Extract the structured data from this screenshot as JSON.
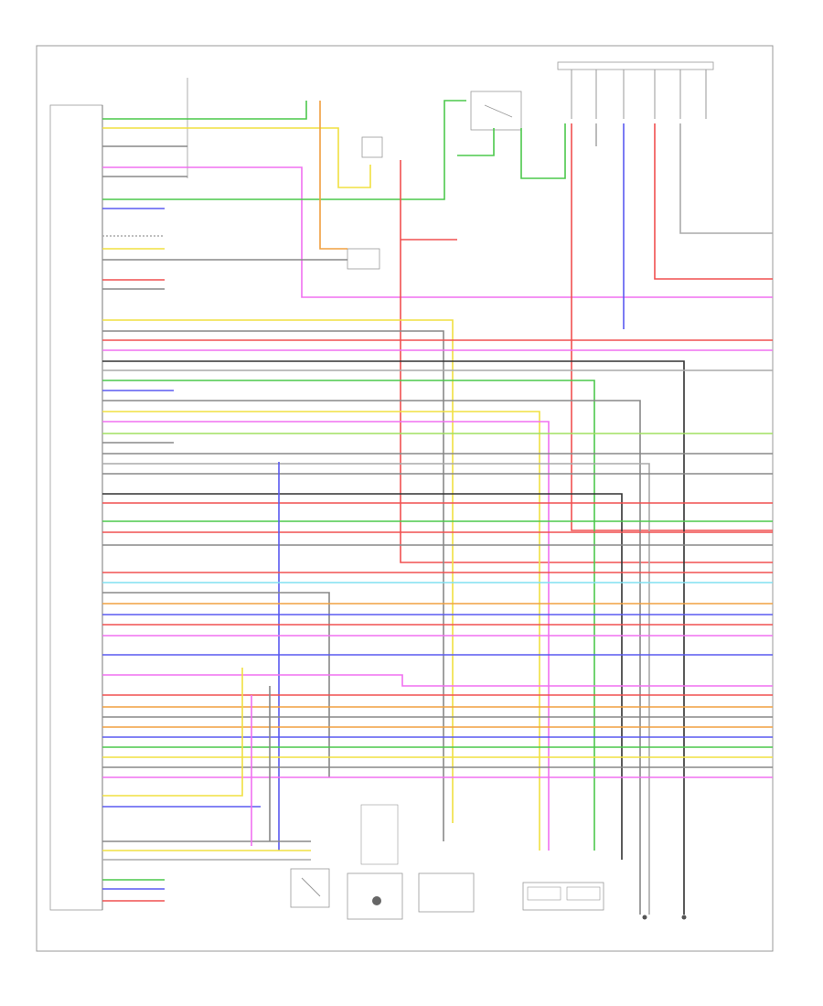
{
  "diagram": {
    "footer_code": "",
    "ecm_label": "",
    "ecm_connector_b": "",
    "ecm_connector_c": ""
  },
  "top_components": [
    {
      "id": "tc1",
      "label": ""
    },
    {
      "id": "tc2",
      "label": ""
    },
    {
      "id": "tc3",
      "label": ""
    },
    {
      "id": "tc4",
      "label": ""
    },
    {
      "id": "tc5",
      "label": ""
    },
    {
      "id": "tc6",
      "label": ""
    },
    {
      "id": "tc7",
      "label": ""
    }
  ],
  "bottom_components": [
    {
      "id": "bc1",
      "label": ""
    },
    {
      "id": "bc2",
      "label": ""
    },
    {
      "id": "bc3",
      "label": ""
    },
    {
      "id": "bc4",
      "label": ""
    },
    {
      "id": "bc5",
      "label": ""
    },
    {
      "id": "bc6",
      "label": ""
    }
  ],
  "ecm_wire_labels": [
    "",
    "",
    "",
    "",
    "",
    "",
    "",
    "",
    "",
    "",
    "",
    "",
    "",
    "",
    "",
    "",
    "",
    "",
    "",
    "",
    "",
    ""
  ],
  "right_wire_labels": [
    "",
    "",
    "",
    "",
    "",
    "",
    "",
    "",
    "",
    ""
  ],
  "wire_colors": {
    "green": "#4cc84c",
    "yellow": "#f0e040",
    "gray": "#888888",
    "pink": "#f070f0",
    "blue": "#5a5af0",
    "red": "#f05050",
    "orange": "#f0a040",
    "light_blue": "#80e0f0",
    "black": "#333333",
    "lt_green": "#a0e060"
  }
}
